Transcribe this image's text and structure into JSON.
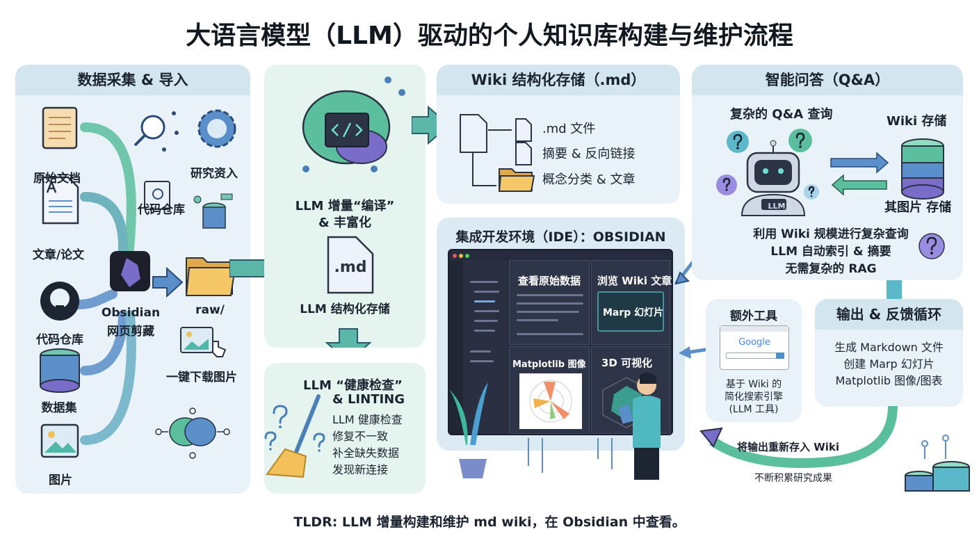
{
  "title": "大语言模型（LLM）驱动的个人知识库构建与维护流程",
  "ingest": {
    "header": "数据采集 & 导入",
    "sources": [
      "原始文档",
      "文章/论文",
      "代码仓库",
      "数据集",
      "图片"
    ],
    "research": "研究资入",
    "code_repo": "代码仓库",
    "clipper": "Obsidian",
    "clipper_sub": "网页剪藏",
    "raw": "raw/",
    "download_images": "一键下载图片"
  },
  "compile": {
    "line1": "LLM 增量“编译”",
    "line2": "& 丰富化",
    "md_badge": ".md",
    "storage": "LLM 结构化存储"
  },
  "lint": {
    "title1": "LLM “健康检查”",
    "title2": "& LINTING",
    "items": [
      "LLM 健康检查",
      "修复不一致",
      "补全缺失数据",
      "发现新连接"
    ]
  },
  "wiki": {
    "header": "Wiki 结构化存储（.md）",
    "items": [
      ".md 文件",
      "摘要 & 反向链接",
      "概念分类 & 文章"
    ]
  },
  "ide": {
    "header": "集成开发环境（IDE）：OBSIDIAN",
    "panes": [
      "查看原始数据",
      "浏览 Wiki 文章",
      "Matplotlib 图像",
      "3D 可视化"
    ],
    "slide": "Marp 幻灯片"
  },
  "qa": {
    "header": "智能问答（Q&A）",
    "query": "复杂的 Q&A 查询",
    "wiki_store": "Wiki 存储",
    "store_sub": "其图片 存储",
    "robot_label": "LLM",
    "notes": [
      "利用 Wiki 规模进行复杂查询",
      "LLM 自动索引 & 摘要",
      "无需复杂的 RAG"
    ]
  },
  "tools": {
    "header": "额外工具",
    "brand": "Google",
    "desc": [
      "基于 Wiki 的",
      "简化搜索引擎",
      "(LLM 工具)"
    ]
  },
  "output": {
    "header": "输出 & 反馈循环",
    "items": [
      "生成 Markdown 文件",
      "创建 Marp 幻灯片",
      "Matplotlib 图像/图表"
    ],
    "loop1": "将输出重新存入 Wiki",
    "loop2": "不断积累研究成果"
  },
  "footer": "TLDR: LLM 增量构建和维护 md wiki，在 Obsidian 中查看。",
  "colors": {
    "teal": "#4fb8a8",
    "blue": "#5b8fc9",
    "purple": "#7a6cc9",
    "dark": "#262c3d"
  }
}
